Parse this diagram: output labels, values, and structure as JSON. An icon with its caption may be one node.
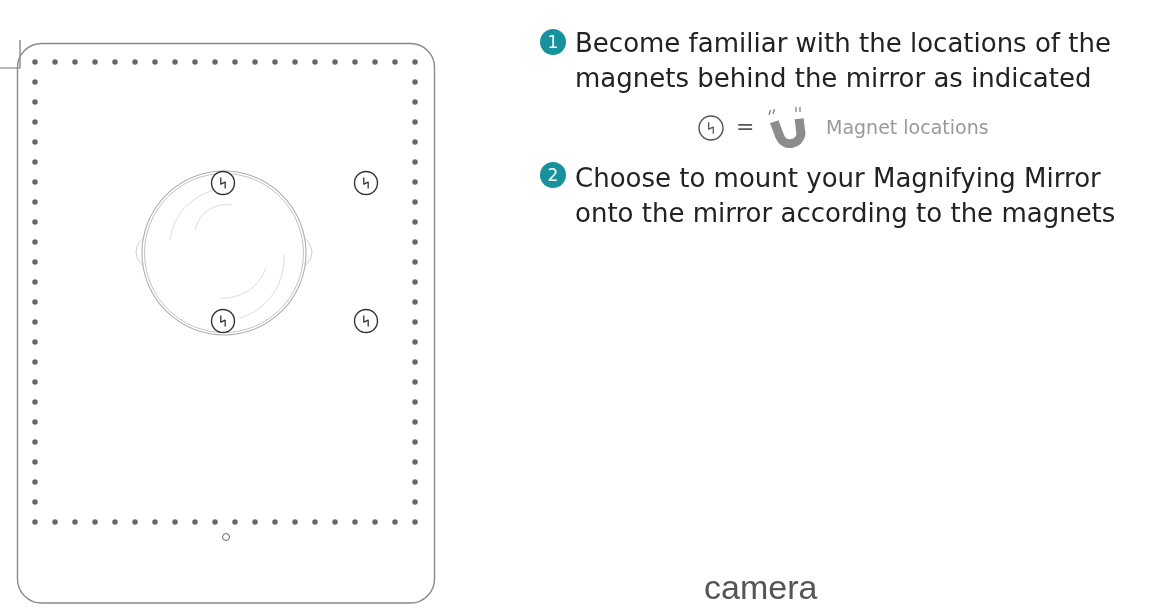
{
  "diagram": {
    "nodes": [
      {
        "text": [
          "1"
        ],
        "beside": [
          "Become familiar with the locations of the magnets behind the mirror as indicated"
        ]
      },
      {
        "text": [
          "2"
        ],
        "beside": [
          "Choose to mount your Magnifying Mirror onto the mirror according to the magnets"
        ]
      }
    ],
    "labels": [
      "=",
      "camera"
    ],
    "legend": [
      {
        "text": "Magnet locations"
      }
    ]
  }
}
